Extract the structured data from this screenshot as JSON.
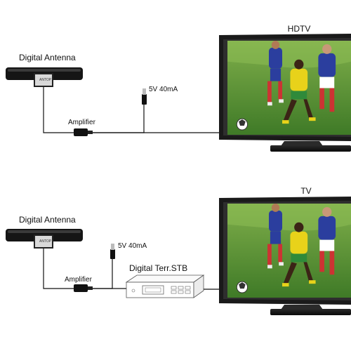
{
  "panels": [
    {
      "id": "hdtv",
      "antenna_label": "Digital Antenna",
      "antenna_brand": "ANTOP",
      "amplifier_label": "Amplifier",
      "power_label": "5V  40mA",
      "tv_label": "HDTV"
    },
    {
      "id": "tv",
      "antenna_label": "Digital Antenna",
      "antenna_brand": "ANTOP",
      "amplifier_label": "Amplifier",
      "power_label": "5V  40mA",
      "stb_label": "Digital Terr.STB",
      "tv_label": "TV"
    }
  ]
}
